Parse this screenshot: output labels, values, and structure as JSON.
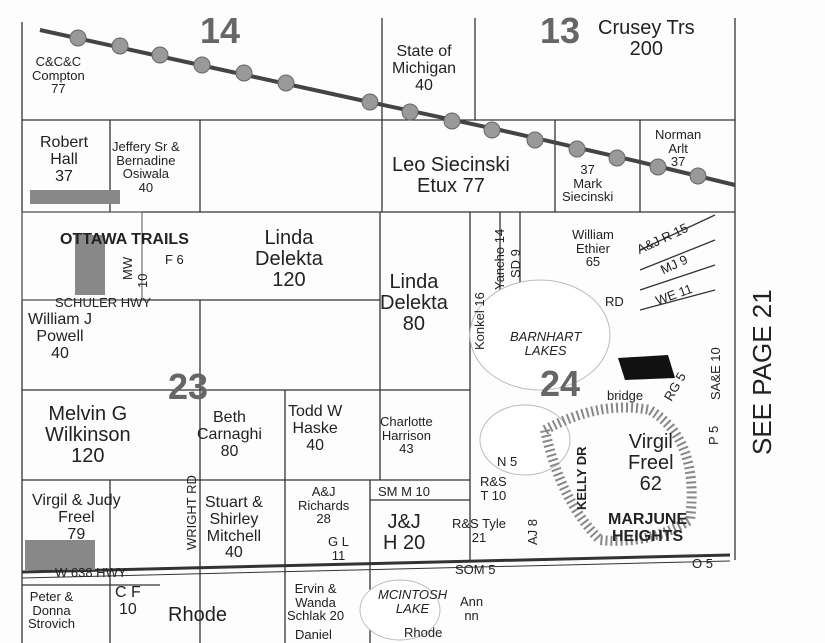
{
  "sections": {
    "s14": "14",
    "s13": "13",
    "s23": "23",
    "s24": "24"
  },
  "owners": {
    "cc_compton": "C&C&C\nCompton\n77",
    "crusey": "Crusey Trs\n200",
    "state_mich": "State of\nMichigan\n40",
    "robert_hall": "Robert\nHall\n37",
    "jeffery": "Jeffery Sr &\nBernadine\nOsiwala\n40",
    "leo": "Leo Siecinski\nEtux 77",
    "norman": "Norman\nArlt\n37",
    "mark": "37\nMark\nSiecinski",
    "ottawa": "OTTAWA TRAILS",
    "linda1": "Linda\nDelekta\n120",
    "linda2": "Linda\nDelekta\n80",
    "konkel": "Konkel 16",
    "yancho": "Yancho 14",
    "sd9": "SD 9",
    "william_ethier": "William\nEthier\n65",
    "ajr15": "A&J R 15",
    "mj9": "MJ 9",
    "we11": "WE 11",
    "rd": "RD",
    "f6": "F 6",
    "mw": "MW",
    "ten": "10",
    "schuler": "SCHULER HWY",
    "william_j": "William J\nPowell\n40",
    "melvin": "Melvin G\nWilkinson\n120",
    "beth": "Beth\nCarnaghi\n80",
    "todd": "Todd W\nHaske\n40",
    "charlotte": "Charlotte\nHarrison\n43",
    "barnhart": "BARNHART\nLAKES",
    "bridge": "bridge",
    "rg5": "RG 5",
    "sae10": "SA&E 10",
    "p5": "P 5",
    "virgil_freel": "Virgil\nFreel\n62",
    "n5": "N 5",
    "rs10": "R&S\nT 10",
    "kelly": "KELLY DR",
    "wright": "WRIGHT RD",
    "virgil_judy": "Virgil & Judy\nFreel\n79",
    "stuart": "Stuart &\nShirley\nMitchell\n40",
    "aj_rich": "A&J\nRichards\n28",
    "gl11": "G L\n11",
    "smm10": "SM M 10",
    "jj": "J&J\nH 20",
    "rs_tyle": "R&S Tyle\n21",
    "aj8": "AJ 8",
    "marjune": "MARJUNE\nHEIGHTS",
    "som5": "SOM 5",
    "o5": "O 5",
    "w638": "W 638 HWY",
    "cf10": "C F\n10",
    "rhode1": "Rhode",
    "ervin": "Ervin &\nWanda\nSchlak 20",
    "mcintosh": "MCINTOSH\nLAKE",
    "rhode2": "Rhode",
    "daniel": "Daniel",
    "ann": "Ann\nnn",
    "peter": "Peter &\nDonna\nStrovich",
    "see_page": "SEE PAGE 21"
  }
}
